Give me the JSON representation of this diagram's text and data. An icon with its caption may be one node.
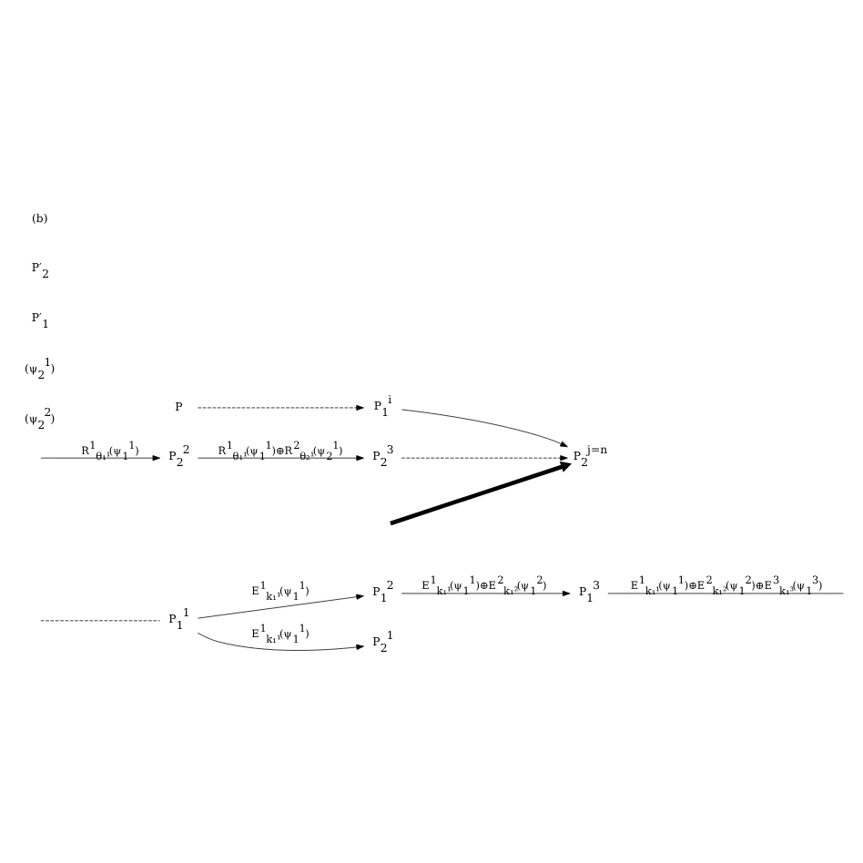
{
  "diagram": {
    "nodes": [
      {
        "text": [
          "P$_{1}$$^{3}$"
        ]
      },
      {
        "text": [
          "P$_{1}$$^{2}$"
        ]
      },
      {
        "text": [
          "P$_{1}$$^{1}$"
        ]
      },
      {
        "text": [
          "P$_{2}$$^{1}$"
        ]
      },
      {
        "text": [
          "P"
        ]
      },
      {
        "text": [
          "P$_{1}$$^{i}$"
        ]
      },
      {
        "text": [
          "P$_{2}$$^{j=n}$"
        ]
      },
      {
        "text": [
          "P$_{2}$$^{3}$"
        ]
      },
      {
        "text": [
          "P$_{2}$$^{2}$"
        ]
      }
    ],
    "edges": [
      {
        "from": 0,
        "to": null,
        "arrow": "none",
        "label": "E$^{1}$$_{k₁¹}$(ψ$_{1}$$^{1}$)⊕E$^{2}$$_{k₁²}$(ψ$_{1}$$^{2}$)⊕E$^{3}$$_{k₁³}$(ψ$_{1}$$^{3}$)"
      },
      {
        "from": 1,
        "to": 0,
        "arrow": "to",
        "label": "E$^{1}$$_{k₁¹}$(ψ$_{1}$$^{1}$)⊕E$^{2}$$_{k₁²}$(ψ$_{1}$$^{2}$)"
      },
      {
        "from": 2,
        "to": 1,
        "arrow": "to",
        "label": "E$^{1}$$_{k₁¹}$(ψ$_{1}$$^{1}$)"
      },
      {
        "from": null,
        "to": 2,
        "arrow": "none",
        "style": "dashed"
      },
      {
        "from": 2,
        "to": 3,
        "arrow": "to",
        "label": "E$^{1}$$_{k₁¹}$(ψ$_{1}$$^{1}$)"
      },
      {
        "from": null,
        "to": 6,
        "arrow": "to",
        "style": "thick"
      },
      {
        "from": 4,
        "to": 5,
        "arrow": "to",
        "style": "dashed"
      },
      {
        "from": 5,
        "to": 6,
        "arrow": "to"
      },
      {
        "from": 7,
        "to": 6,
        "arrow": "to",
        "style": "dashed"
      },
      {
        "from": 8,
        "to": 7,
        "arrow": "to",
        "label": "R$^{1}$$_{θ₁¹}$(ψ$_{1}$$^{1}$)⊕R$^{2}$$_{θ₂¹}$(ψ$_{2}$$^{1}$)"
      },
      {
        "from": null,
        "to": 8,
        "arrow": "to",
        "label": "R$^{1}$$_{θ₁¹}$(ψ$_{1}$$^{1}$)"
      }
    ],
    "labels": [
      "(ψ$_{2}$$^{2}$)",
      "(ψ$_{2}$$^{1}$)",
      "P′$_{1}$",
      "P′$_{2}$",
      "(b)"
    ]
  }
}
